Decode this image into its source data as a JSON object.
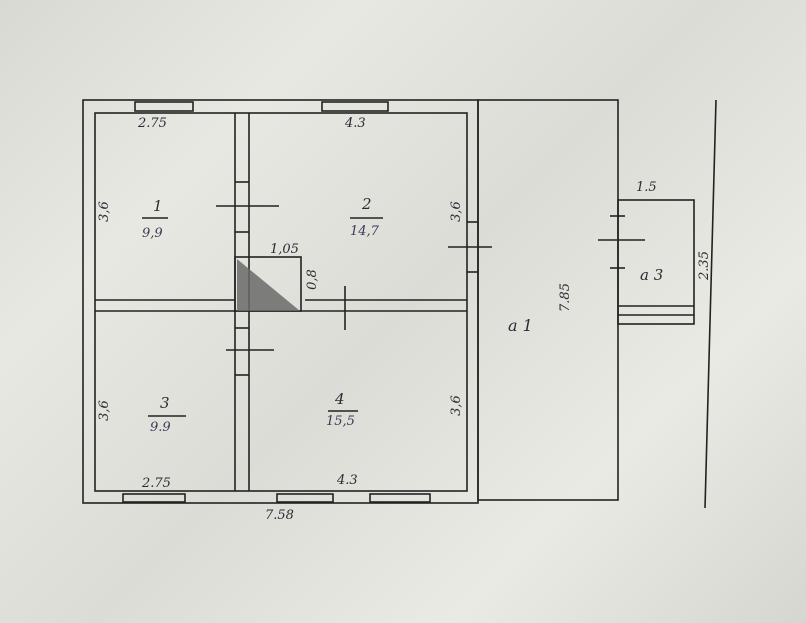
{
  "plan": {
    "rooms": [
      {
        "number": "1",
        "area": "9,9"
      },
      {
        "number": "2",
        "area": "14,7"
      },
      {
        "number": "3",
        "area": "9.9"
      },
      {
        "number": "4",
        "area": "15,5"
      }
    ],
    "dimensions": {
      "room1_top": "2.75",
      "room2_top": "4.3",
      "room3_bottom": "2.75",
      "room4_bottom": "4.3",
      "room1_left": "3,6",
      "room2_right": "3,6",
      "room3_left": "3,6",
      "room4_right": "3,6",
      "overall_width": "7.58",
      "stove_width": "1,05",
      "stove_depth": "0,8",
      "annex_length": "7.85",
      "porch_width": "1.5",
      "porch_depth": "2.35"
    },
    "annexes": [
      {
        "label": "a 1"
      },
      {
        "label": "a 3"
      }
    ]
  }
}
